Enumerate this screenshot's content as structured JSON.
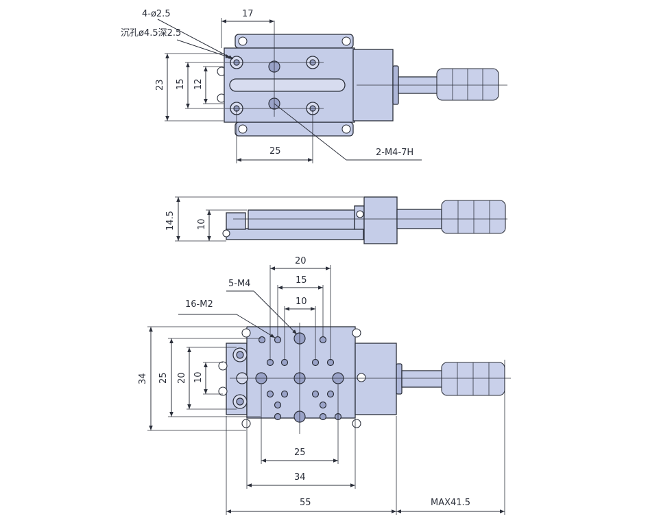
{
  "top_view": {
    "dim_width": "17",
    "dim_height_outer": "23",
    "dim_height_mid": "15",
    "dim_height_inner": "12",
    "dim_hole_spacing": "25",
    "callout_holes": "4-ø2.5",
    "callout_counterbore": "沉孔ø4.5深2.5",
    "callout_thread": "2-M4-7H"
  },
  "side_view": {
    "dim_total_height": "14.5",
    "dim_body_height": "10"
  },
  "bottom_view": {
    "dim_top_20": "20",
    "dim_top_15": "15",
    "dim_top_10": "10",
    "callout_m4": "5-M4",
    "callout_m2": "16-M2",
    "dim_left_34": "34",
    "dim_left_25": "25",
    "dim_left_20": "20",
    "dim_left_10": "10",
    "dim_bottom_25": "25",
    "dim_bottom_34": "34",
    "dim_bottom_55": "55",
    "dim_max": "MAX41.5"
  }
}
